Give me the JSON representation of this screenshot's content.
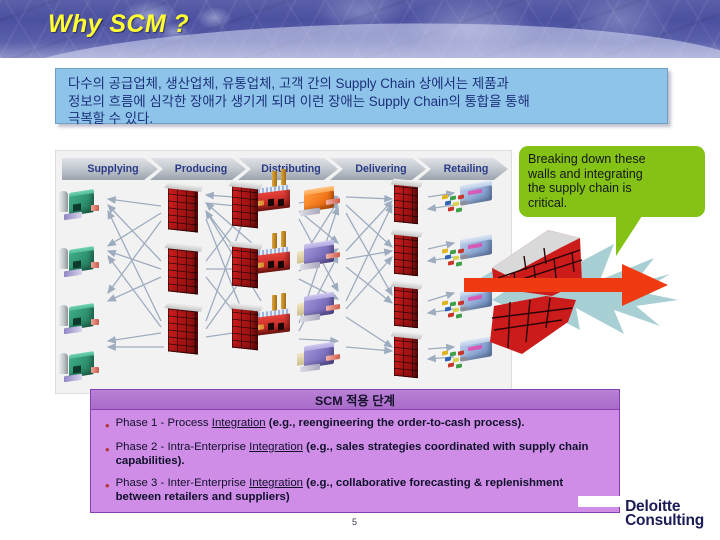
{
  "header": {
    "title": "Why SCM ?",
    "title_color": "#ffff33",
    "banner_color": "#4e53a2"
  },
  "intro": {
    "text": "다수의 공급업체, 생산업체, 유통업체, 고객 간의 Supply Chain 상에서는 제품과\n정보의 흐름에 심각한 장애가 생기게 되며 이런 장애는 Supply Chain의 통합을 통해\n극복할 수 있다.",
    "background_color": "#8ec4ea",
    "text_color": "#1c2f7a"
  },
  "diagram": {
    "stages": [
      {
        "label": "Supplying"
      },
      {
        "label": "Producing"
      },
      {
        "label": "Distributing"
      },
      {
        "label": "Delivering"
      },
      {
        "label": "Retailing"
      }
    ],
    "node_groups": [
      {
        "kind": "supplier",
        "count": 4,
        "color": "#2d8f6d"
      },
      {
        "kind": "wall",
        "count": 3,
        "color": "#a81414"
      },
      {
        "kind": "factory",
        "count": 3,
        "color": "#c32a25"
      },
      {
        "kind": "wall",
        "count": 3,
        "color": "#a81414"
      },
      {
        "kind": "distribution-center",
        "count": 4,
        "color": "#7c70bd"
      },
      {
        "kind": "wall",
        "count": 4,
        "color": "#a81414"
      },
      {
        "kind": "retail-store",
        "count": 4,
        "color": "#8aa7d4"
      }
    ],
    "arrow_color": "#9aa9bd"
  },
  "callout": {
    "text": "Breaking down these\nwalls and integrating\nthe supply chain is\ncritical.",
    "background_color": "#84c316",
    "text_color": "#151515"
  },
  "breakthrough": {
    "arrow_color": "#f03b12",
    "burst_color": "#a8cfd4",
    "wall_color": "#cc1b1b"
  },
  "phases": {
    "title": "SCM 적용 단계",
    "background_color": "#cf8de8",
    "border_color": "#8a3fb0",
    "bullet_symbol": "•",
    "items": [
      {
        "lead": "Phase 1 - Process ",
        "underlined": "Integration",
        "rest": " (e.g., reengineering the order-to-cash process)."
      },
      {
        "lead": "Phase 2 - Intra-Enterprise ",
        "underlined": "Integration",
        "rest": " (e.g., sales strategies coordinated with supply chain capabilities)."
      },
      {
        "lead": "Phase 3 - Inter-Enterprise ",
        "underlined": "Integration",
        "rest": " (e.g., collaborative forecasting & replenishment between retailers and suppliers)"
      }
    ]
  },
  "footer": {
    "page_number": "5",
    "logo_line1": "Deloitte",
    "logo_line2": "Consulting",
    "logo_color": "#1b1b55"
  }
}
